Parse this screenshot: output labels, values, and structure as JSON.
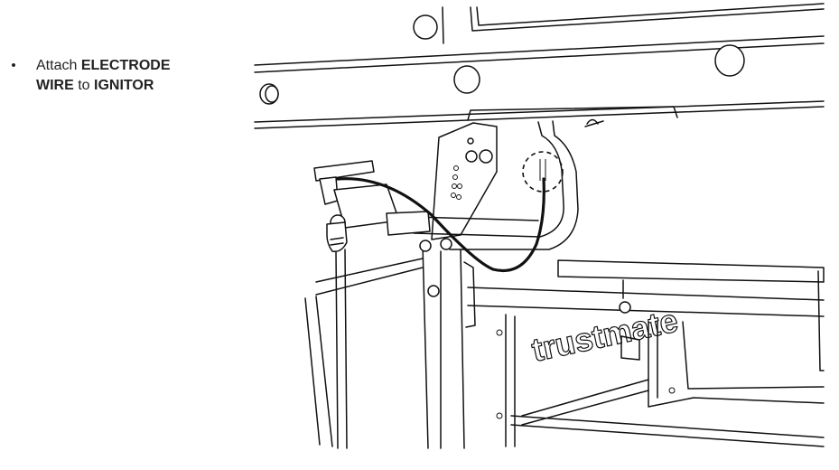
{
  "instruction": {
    "bullet": "•",
    "prefix": "Attach ",
    "part1": "ELECTRODE",
    "part2": "WIRE",
    "middle": " to ",
    "part3": "IGNITOR"
  },
  "figure": {
    "brand_text": "trustmate"
  }
}
